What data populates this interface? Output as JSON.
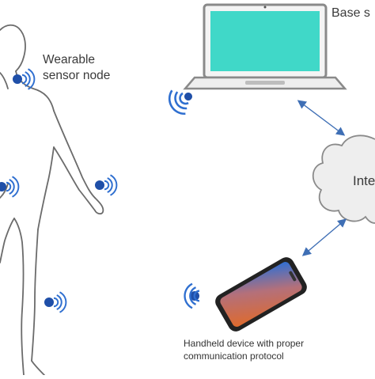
{
  "labels": {
    "wearable_line1": "Wearable",
    "wearable_line2": "sensor node",
    "base_station": "Base s",
    "internet": "Inte",
    "handheld_line1": "Handheld device with proper",
    "handheld_line2": "communication protocol"
  },
  "colors": {
    "outline": "#6b6b6b",
    "wireless_blue": "#2f6fd0",
    "sensor_dark": "#1f4fa8",
    "screen_teal": "#40d8c8",
    "laptop_grey": "#8a8a8a",
    "phone_orange": "#e06a2a",
    "phone_blue": "#2b6fd6",
    "arrow": "#3f6fb5"
  },
  "icons": {
    "wireless": "wifi-signal-icon",
    "laptop": "laptop-icon",
    "cloud": "cloud-icon",
    "phone": "smartphone-icon",
    "body": "human-body-outline"
  }
}
